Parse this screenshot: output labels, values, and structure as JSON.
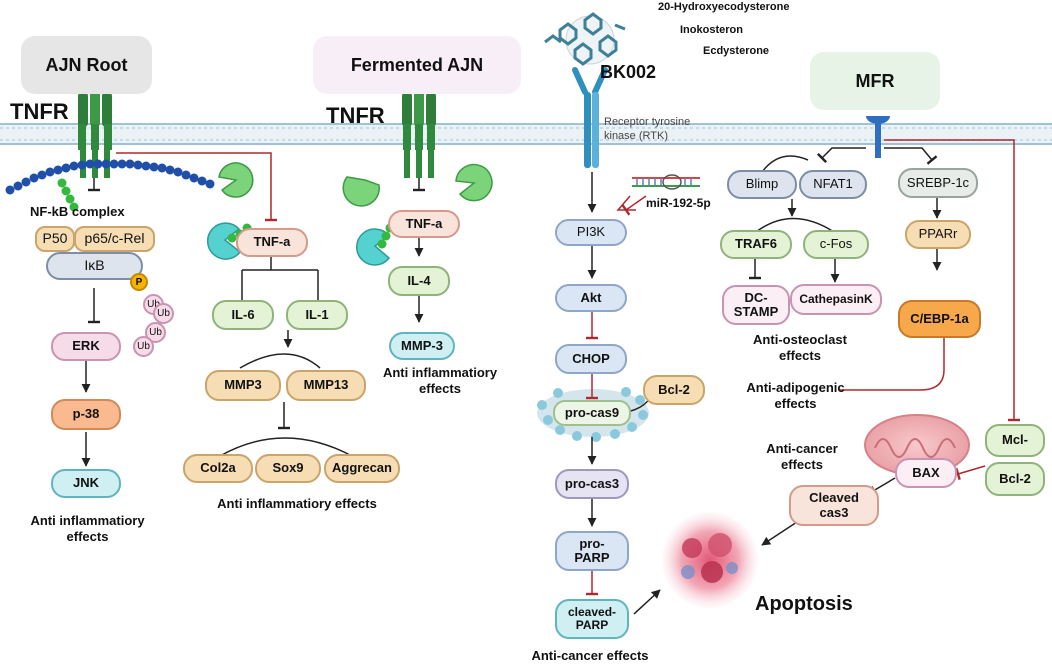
{
  "panels": {
    "ajn_root": "AJN Root",
    "fermented_ajn": "Fermented AJN",
    "bk002": "BK002",
    "mfr": "MFR"
  },
  "receptors": {
    "tnfr_left": "TNFR",
    "tnfr_right": "TNFR",
    "rtk_line1": "Receptor tyrosine",
    "rtk_line2": "kinase (RTK)"
  },
  "compounds": [
    "20-Hydroxyecodysterone",
    "Inokosteron",
    "Ecdysterone"
  ],
  "ajn_root": {
    "complex": "NF-kB complex",
    "p50": "P50",
    "p65": "p65/c-Rel",
    "ikb": "IκB",
    "p": "P",
    "ub": "Ub",
    "erk": "ERK",
    "p38": "p-38",
    "jnk": "JNK",
    "tnfa": "TNF-a",
    "il6": "IL-6",
    "il1": "IL-1",
    "mmp3": "MMP3",
    "mmp13": "MMP13",
    "col2a": "Col2a",
    "sox9": "Sox9",
    "aggrecan": "Aggrecan",
    "effect_left_1": "Anti inflammatiory",
    "effect_left_2": "effects",
    "effect_mid": "Anti inflammatiory effects"
  },
  "fermented": {
    "tnfa": "TNF-a",
    "il4": "IL-4",
    "mmp3": "MMP-3",
    "effect_1": "Anti inflammatiory",
    "effect_2": "effects"
  },
  "bk002": {
    "mir": "miR-192-5p",
    "pi3k": "PI3K",
    "akt": "Akt",
    "chop": "CHOP",
    "bcl2": "Bcl-2",
    "procas9": "pro-cas9",
    "procas3": "pro-cas3",
    "proparp_1": "pro-",
    "proparp_2": "PARP",
    "cleavedparp_1": "cleaved-",
    "cleavedparp_2": "PARP",
    "effect": "Anti-cancer effects"
  },
  "mfr": {
    "blimp": "Blimp",
    "nfat1": "NFAT1",
    "srebp": "SREBP-1c",
    "traf6": "TRAF6",
    "cfos": "c-Fos",
    "pparr": "PPARr",
    "dcstamp_1": "DC-",
    "dcstamp_2": "STAMP",
    "cathepsin": "CathepasinK",
    "cebp": "C/EBP-1a",
    "osteo_1": "Anti-osteoclast",
    "osteo_2": "effects",
    "adipo_1": "Anti-adipogenic",
    "adipo_2": "effects",
    "cancer_1": "Anti-cancer",
    "cancer_2": "effects",
    "mcl": "Mcl-",
    "bcl2": "Bcl-2",
    "bax": "BAX",
    "cleavedcas3_1": "Cleaved",
    "cleavedcas3_2": "cas3",
    "apoptosis": "Apoptosis"
  }
}
